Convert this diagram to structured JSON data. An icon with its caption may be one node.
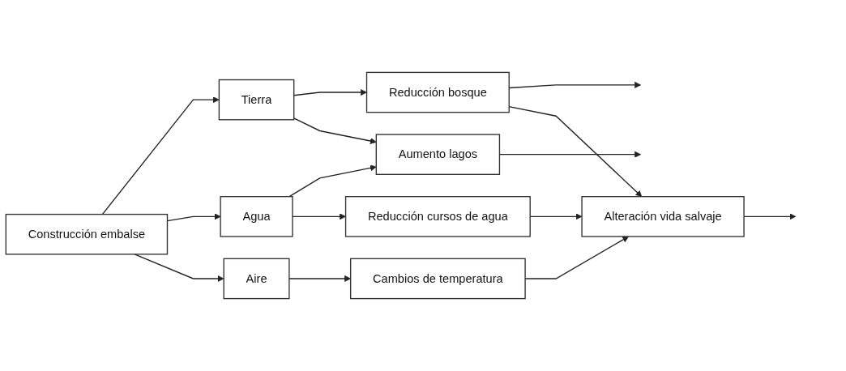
{
  "diagram": {
    "nodes": [
      {
        "text": [
          "Construcción embalse"
        ]
      },
      {
        "text": [
          "Tierra"
        ]
      },
      {
        "text": [
          "Agua"
        ]
      },
      {
        "text": [
          "Aire"
        ]
      },
      {
        "text": [
          "Reducción bosque"
        ]
      },
      {
        "text": [
          "Aumento lagos"
        ]
      },
      {
        "text": [
          "Reducción cursos de agua"
        ]
      },
      {
        "text": [
          "Cambios de temperatura"
        ]
      },
      {
        "text": [
          "Alteración vida salvaje"
        ]
      }
    ],
    "edges": [
      {
        "from": 0,
        "to": 1,
        "arrow": "to"
      },
      {
        "from": 0,
        "to": 2,
        "arrow": "to"
      },
      {
        "from": 0,
        "to": 3,
        "arrow": "to"
      },
      {
        "from": 1,
        "to": 4,
        "arrow": "to"
      },
      {
        "from": 1,
        "to": 5,
        "arrow": "to"
      },
      {
        "from": 2,
        "to": 5,
        "arrow": "to"
      },
      {
        "from": 2,
        "to": 6,
        "arrow": "to"
      },
      {
        "from": 3,
        "to": 7,
        "arrow": "to"
      },
      {
        "from": 4,
        "to": null,
        "arrow": "to"
      },
      {
        "from": 4,
        "to": 8,
        "arrow": "to"
      },
      {
        "from": 5,
        "to": null,
        "arrow": "to"
      },
      {
        "from": 6,
        "to": 8,
        "arrow": "to"
      },
      {
        "from": 7,
        "to": 8,
        "arrow": "to"
      },
      {
        "from": 8,
        "to": null,
        "arrow": "to"
      }
    ]
  }
}
